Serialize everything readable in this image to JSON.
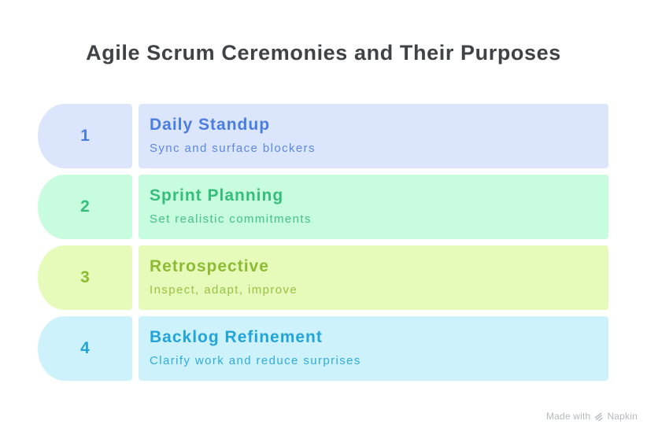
{
  "title": {
    "text": "Agile Scrum Ceremonies and Their Purposes",
    "color": "#3f4347"
  },
  "items": [
    {
      "number": "1",
      "title": "Daily Standup",
      "description": "Sync and surface blockers",
      "bg_color": "#dbe6fc",
      "title_color": "#4a7de2",
      "desc_color": "#5d87e8"
    },
    {
      "number": "2",
      "title": "Sprint Planning",
      "description": "Set realistic commitments",
      "bg_color": "#c7fcdf",
      "title_color": "#35bd7a",
      "desc_color": "#44c184"
    },
    {
      "number": "3",
      "title": "Retrospective",
      "description": "Inspect, adapt, improve",
      "bg_color": "#e6fbba",
      "title_color": "#8cbb33",
      "desc_color": "#97c242"
    },
    {
      "number": "4",
      "title": "Backlog Refinement",
      "description": "Clarify work and reduce surprises",
      "bg_color": "#cdf2fc",
      "title_color": "#22a4da",
      "desc_color": "#2fabdf"
    }
  ],
  "footer": {
    "made_with": "Made with",
    "brand": "Napkin",
    "icon": "napkin-scribble-icon",
    "color": "#b5b9bc"
  }
}
